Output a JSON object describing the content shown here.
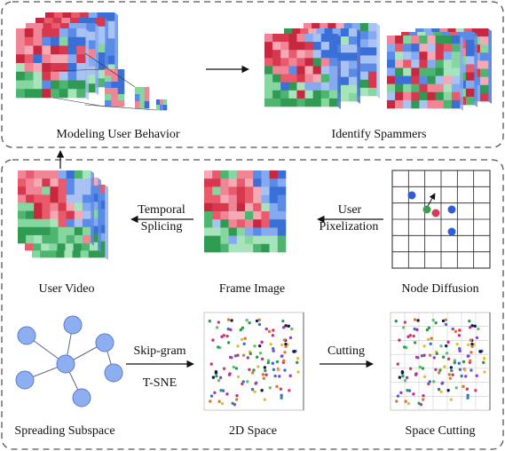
{
  "top_panel": {
    "modeling_label": "Modeling User Behavior",
    "identify_label": "Identify Spammers"
  },
  "bottom_panel": {
    "user_video_label": "User Video",
    "frame_image_label": "Frame Image",
    "node_diffusion_label": "Node Diffusion",
    "temporal_line1": "Temporal",
    "temporal_line2": "Splicing",
    "user_pix_line1": "User",
    "user_pix_line2": "Pixelization",
    "spreading_label": "Spreading Subspace",
    "space2d_label": "2D Space",
    "space_cutting_label": "Space Cutting",
    "skipgram_label": "Skip-gram",
    "tsne_label": "T-SNE",
    "cutting_label": "Cutting"
  },
  "palette": {
    "red": [
      "#c8283f",
      "#d8384d",
      "#e85a6c",
      "#f08595",
      "#f6a8b4"
    ],
    "blue": [
      "#3a6fd8",
      "#5a8be6",
      "#86aaf0",
      "#a9c2f4"
    ],
    "green": [
      "#2f9a52",
      "#4db56f",
      "#86d6a0",
      "#a8e4bb"
    ],
    "node_fill": "#8eaef2",
    "node_stroke": "#5a7bd0",
    "dash_border": "#555555"
  },
  "icons": {
    "node_diffusion": [
      "blue-node-icon",
      "green-node-icon",
      "red-node-icon",
      "arrow-icon"
    ]
  }
}
